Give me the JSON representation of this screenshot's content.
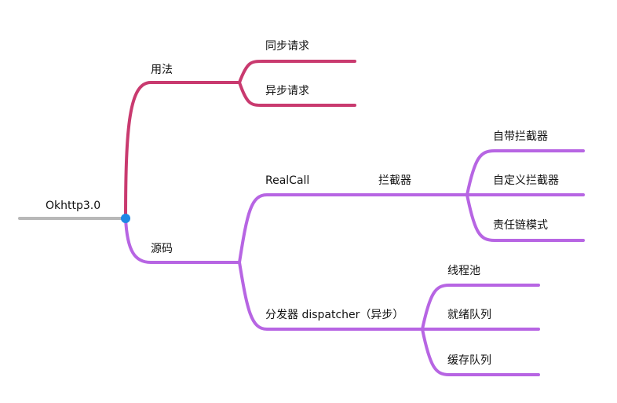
{
  "mindmap": {
    "root": {
      "label": "Okhttp3.0"
    },
    "branches": {
      "usage": {
        "label": "用法",
        "color": "#c93a6f",
        "children": [
          "同步请求",
          "异步请求"
        ]
      },
      "source": {
        "label": "源码",
        "color": "#b765e3",
        "realcall": {
          "label": "RealCall",
          "interceptor": {
            "label": "拦截器",
            "children": [
              "自带拦截器",
              "自定义拦截器",
              "责任链模式"
            ]
          }
        },
        "dispatcher": {
          "label": "分发器 dispatcher（异步）",
          "children": [
            "线程池",
            "就绪队列",
            "缓存队列"
          ]
        }
      }
    },
    "colors": {
      "root_line": "#b8b8b8",
      "root_dot": "#1e88e5"
    }
  }
}
